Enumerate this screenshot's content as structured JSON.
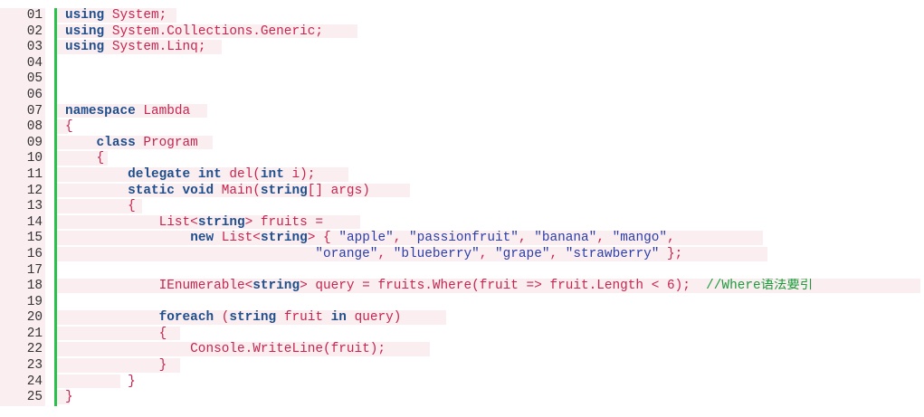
{
  "code_view": {
    "lines": [
      {
        "num": "01",
        "tokens": [
          {
            "t": "kw",
            "v": "using"
          },
          {
            "t": "tx",
            "v": " System;"
          }
        ]
      },
      {
        "num": "02",
        "tokens": [
          {
            "t": "kw",
            "v": "using"
          },
          {
            "t": "tx",
            "v": " System.Collections.Generic;"
          }
        ]
      },
      {
        "num": "03",
        "tokens": [
          {
            "t": "kw",
            "v": "using"
          },
          {
            "t": "tx",
            "v": " System.Linq;"
          }
        ]
      },
      {
        "num": "04",
        "tokens": []
      },
      {
        "num": "05",
        "tokens": []
      },
      {
        "num": "06",
        "tokens": []
      },
      {
        "num": "07",
        "tokens": [
          {
            "t": "kw",
            "v": "namespace"
          },
          {
            "t": "tx",
            "v": " Lambda"
          }
        ]
      },
      {
        "num": "08",
        "tokens": [
          {
            "t": "tx",
            "v": "{"
          }
        ]
      },
      {
        "num": "09",
        "tokens": [
          {
            "t": "tx",
            "v": "    "
          },
          {
            "t": "kw",
            "v": "class"
          },
          {
            "t": "tx",
            "v": " Program"
          }
        ]
      },
      {
        "num": "10",
        "tokens": [
          {
            "t": "tx",
            "v": "    {"
          }
        ]
      },
      {
        "num": "11",
        "tokens": [
          {
            "t": "tx",
            "v": "        "
          },
          {
            "t": "kw",
            "v": "delegate int"
          },
          {
            "t": "tx",
            "v": " del("
          },
          {
            "t": "kw",
            "v": "int"
          },
          {
            "t": "tx",
            "v": " i);"
          }
        ]
      },
      {
        "num": "12",
        "tokens": [
          {
            "t": "tx",
            "v": "        "
          },
          {
            "t": "kw",
            "v": "static void"
          },
          {
            "t": "tx",
            "v": " Main("
          },
          {
            "t": "kw",
            "v": "string"
          },
          {
            "t": "tx",
            "v": "[] args)"
          }
        ]
      },
      {
        "num": "13",
        "tokens": [
          {
            "t": "tx",
            "v": "        {"
          }
        ]
      },
      {
        "num": "14",
        "tokens": [
          {
            "t": "tx",
            "v": "            List<"
          },
          {
            "t": "kw",
            "v": "string"
          },
          {
            "t": "tx",
            "v": "> fruits ="
          }
        ]
      },
      {
        "num": "15",
        "tokens": [
          {
            "t": "tx",
            "v": "                "
          },
          {
            "t": "kw",
            "v": "new"
          },
          {
            "t": "tx",
            "v": " List<"
          },
          {
            "t": "kw",
            "v": "string"
          },
          {
            "t": "tx",
            "v": "> { "
          },
          {
            "t": "st",
            "v": "\"apple\""
          },
          {
            "t": "tx",
            "v": ", "
          },
          {
            "t": "st",
            "v": "\"passionfruit\""
          },
          {
            "t": "tx",
            "v": ", "
          },
          {
            "t": "st",
            "v": "\"banana\""
          },
          {
            "t": "tx",
            "v": ", "
          },
          {
            "t": "st",
            "v": "\"mango\""
          },
          {
            "t": "tx",
            "v": ","
          }
        ]
      },
      {
        "num": "16",
        "tokens": [
          {
            "t": "tx",
            "v": "                                "
          },
          {
            "t": "st",
            "v": "\"orange\""
          },
          {
            "t": "tx",
            "v": ", "
          },
          {
            "t": "st",
            "v": "\"blueberry\""
          },
          {
            "t": "tx",
            "v": ", "
          },
          {
            "t": "st",
            "v": "\"grape\""
          },
          {
            "t": "tx",
            "v": ", "
          },
          {
            "t": "st",
            "v": "\"strawberry\""
          },
          {
            "t": "tx",
            "v": " };"
          }
        ]
      },
      {
        "num": "17",
        "tokens": []
      },
      {
        "num": "18",
        "tokens": [
          {
            "t": "tx",
            "v": "            IEnumerable<"
          },
          {
            "t": "kw",
            "v": "string"
          },
          {
            "t": "tx",
            "v": "> query = fruits.Where(fruit => fruit.Length < 6);  "
          },
          {
            "t": "cm",
            "v": "//Where语法要引"
          }
        ]
      },
      {
        "num": "19",
        "tokens": []
      },
      {
        "num": "20",
        "tokens": [
          {
            "t": "tx",
            "v": "            "
          },
          {
            "t": "kw",
            "v": "foreach"
          },
          {
            "t": "tx",
            "v": " ("
          },
          {
            "t": "kw",
            "v": "string"
          },
          {
            "t": "tx",
            "v": " fruit "
          },
          {
            "t": "kw",
            "v": "in"
          },
          {
            "t": "tx",
            "v": " query)"
          }
        ]
      },
      {
        "num": "21",
        "tokens": [
          {
            "t": "tx",
            "v": "            {"
          }
        ]
      },
      {
        "num": "22",
        "tokens": [
          {
            "t": "tx",
            "v": "                Console.WriteLine(fruit);"
          }
        ]
      },
      {
        "num": "23",
        "tokens": [
          {
            "t": "tx",
            "v": "            }"
          }
        ]
      },
      {
        "num": "24",
        "tokens": [
          {
            "t": "tx",
            "v": "        }"
          }
        ]
      },
      {
        "num": "25",
        "tokens": [
          {
            "t": "tx",
            "v": "}"
          }
        ]
      }
    ],
    "colors": {
      "keyword": "#1f4e8c",
      "text": "#c7254e",
      "string": "#2b3ea8",
      "comment": "#1a9c3a",
      "line_bg": "#fbeef1",
      "gutter_bar": "#27c24a"
    }
  }
}
